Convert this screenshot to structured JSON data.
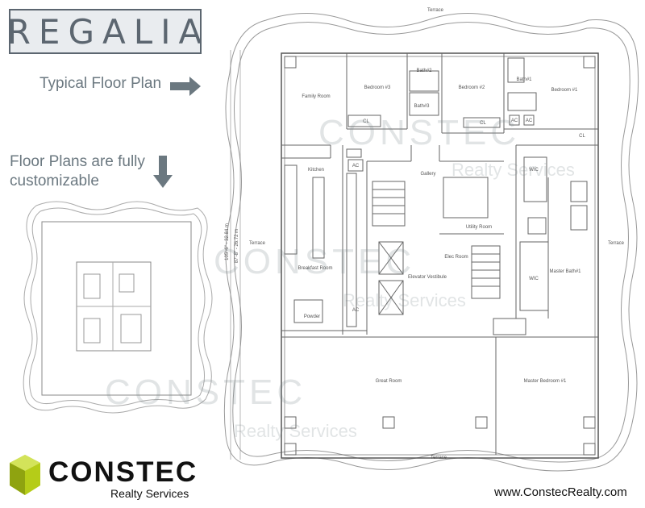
{
  "brand": {
    "title": "REGALIA"
  },
  "labels": {
    "typical_floor_plan": "Typical Floor Plan",
    "customizable_line1": "Floor Plans are fully",
    "customizable_line2": "customizable"
  },
  "rooms": {
    "terrace": "Terrace",
    "family_room": "Family Room",
    "bedroom3": "Bedroom #3",
    "bath3": "Bath#3",
    "bath2": "Bath#2",
    "bedroom2": "Bedroom #2",
    "bath1": "Bath#1",
    "bedroom1": "Bedroom #1",
    "cl": "CL",
    "ac": "AC",
    "kitchen": "Kitchen",
    "gallery": "Gallery",
    "wic": "WIC",
    "utility_room": "Utility Room",
    "breakfast_room": "Breakfast Room",
    "elevator_vestibule": "Elevator Vestibule",
    "elec_room": "Elec Room",
    "master_bath1": "Master Bath#1",
    "powder": "Powder",
    "great_room": "Great Room",
    "master_bedroom1": "Master Bedroom #1"
  },
  "dimensions": {
    "outer": "105'-6\" - 32.84 m",
    "inner": "87'-8\" - 26.72 m"
  },
  "watermark": {
    "main": "CONSTEC",
    "sub": "Realty Services"
  },
  "footer": {
    "company": "CONSTEC",
    "tagline": "Realty Services",
    "website": "www.ConstecRealty.com"
  },
  "colors": {
    "title_border": "#5c6670",
    "title_bg": "#e9ecef",
    "arrow": "#6b7880",
    "logo_green": "#b5cc18",
    "line": "#555555"
  }
}
